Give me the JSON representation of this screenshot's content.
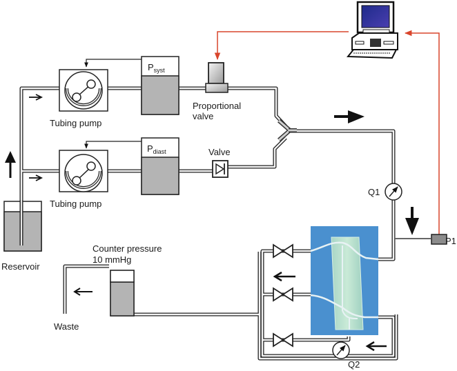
{
  "labels": {
    "p_syst_main": "P",
    "p_syst_sub": "syst",
    "p_diast_main": "P",
    "p_diast_sub": "diast",
    "tubing_pump_top": "Tubing pump",
    "tubing_pump_bottom": "Tubing pump",
    "proportional_valve_line1": "Proportional",
    "proportional_valve_line2": "valve",
    "valve": "Valve",
    "reservoir": "Reservoir",
    "counter_pressure_line1": "Counter pressure",
    "counter_pressure_line2": "10 mmHg",
    "waste": "Waste",
    "q1": "Q1",
    "q2": "Q2",
    "p1": "P1"
  },
  "colors": {
    "signal_line": "#d9452b",
    "fluid_fill": "#b4b4b4",
    "tube_outline": "#222222",
    "photo_background": "#4a90cf",
    "phantom": "#b8dcc8",
    "monitor_screen": "#2b2f9a",
    "sensor": "#8c8c8c"
  }
}
